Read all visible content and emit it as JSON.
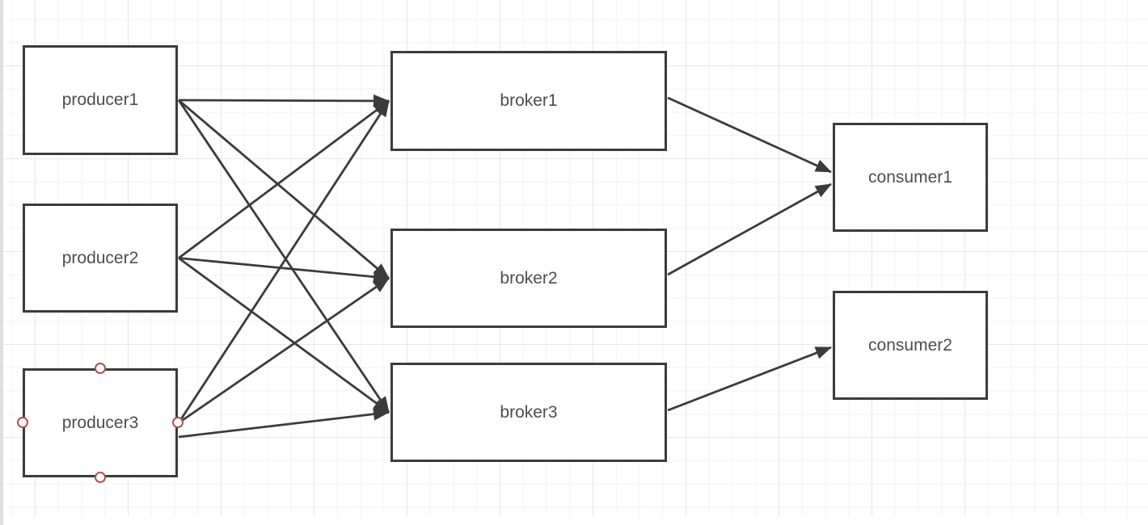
{
  "nodes": [
    {
      "id": "producer1",
      "label": "producer1",
      "role": "producer",
      "selected": false
    },
    {
      "id": "producer2",
      "label": "producer2",
      "role": "producer",
      "selected": false
    },
    {
      "id": "producer3",
      "label": "producer3",
      "role": "producer",
      "selected": true
    },
    {
      "id": "broker1",
      "label": "broker1",
      "role": "broker",
      "selected": false
    },
    {
      "id": "broker2",
      "label": "broker2",
      "role": "broker",
      "selected": false
    },
    {
      "id": "broker3",
      "label": "broker3",
      "role": "broker",
      "selected": false
    },
    {
      "id": "consumer1",
      "label": "consumer1",
      "role": "consumer",
      "selected": false
    },
    {
      "id": "consumer2",
      "label": "consumer2",
      "role": "consumer",
      "selected": false
    }
  ],
  "edges": [
    {
      "from": "producer1",
      "to": "broker1"
    },
    {
      "from": "producer1",
      "to": "broker2"
    },
    {
      "from": "producer1",
      "to": "broker3"
    },
    {
      "from": "producer2",
      "to": "broker1"
    },
    {
      "from": "producer2",
      "to": "broker2"
    },
    {
      "from": "producer2",
      "to": "broker3"
    },
    {
      "from": "producer3",
      "to": "broker1"
    },
    {
      "from": "producer3",
      "to": "broker2"
    },
    {
      "from": "producer3",
      "to": "broker3"
    },
    {
      "from": "broker1",
      "to": "consumer1"
    },
    {
      "from": "broker2",
      "to": "consumer1"
    },
    {
      "from": "broker3",
      "to": "consumer2"
    }
  ],
  "colors": {
    "canvas_background": "#ffffff",
    "grid_minor": "#f3f3f3",
    "grid_major": "#e6e6e6",
    "node_border": "#3b3b3b",
    "node_fill": "#ffffff",
    "label_text": "#4d4d4d",
    "edge_stroke": "#3b3b3b",
    "connection_point": "#a85250"
  }
}
